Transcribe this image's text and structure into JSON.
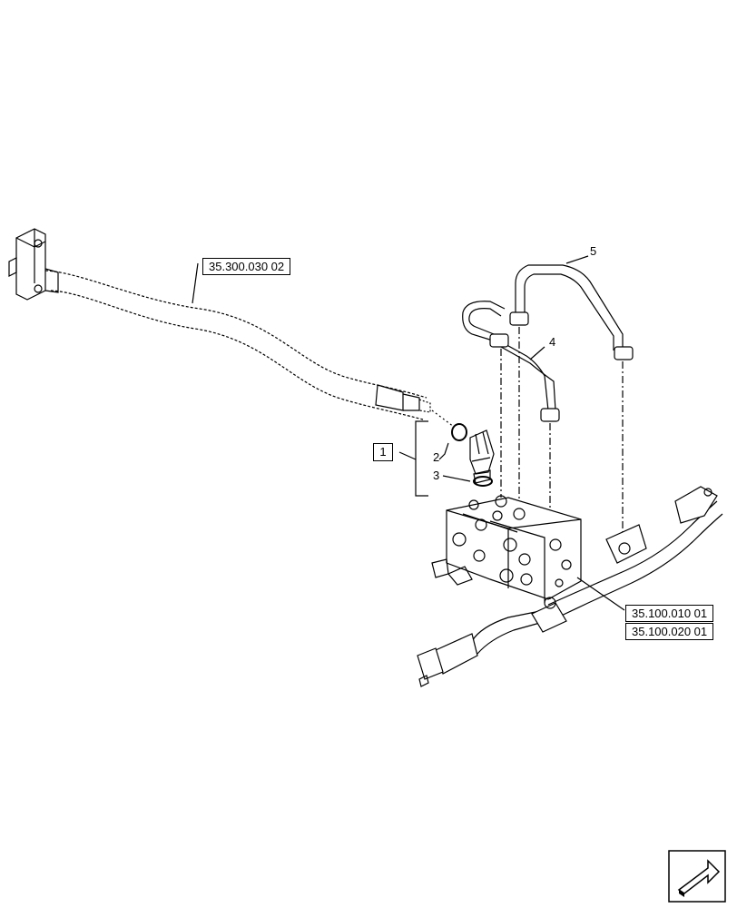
{
  "references": {
    "hose": "35.300.030 02",
    "valve_a": "35.100.010 01",
    "valve_b": "35.100.020 01"
  },
  "callouts": {
    "item_1": "1",
    "item_2": "2",
    "item_3": "3",
    "item_4": "4",
    "item_5": "5"
  },
  "icons": {
    "navigation": "next-page-arrow-icon"
  }
}
